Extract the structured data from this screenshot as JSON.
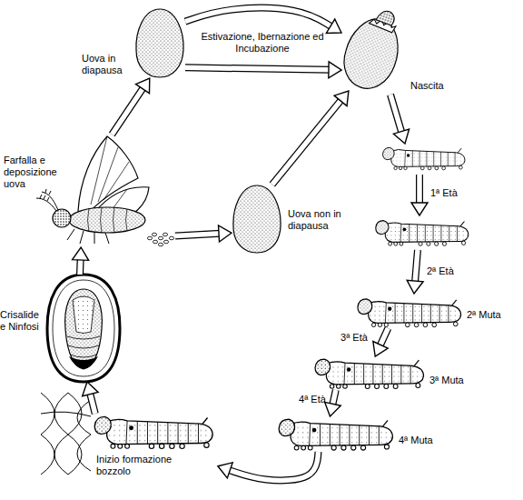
{
  "diagram": {
    "nodes": [
      {
        "text": [
          "Uova in diapausa"
        ]
      },
      {
        "text": [
          "Nascita"
        ]
      },
      {
        "text": [
          "Farfalla e deposizione uova"
        ]
      },
      {
        "text": [
          "Uova non in diapausa"
        ]
      },
      {
        "text": [
          "Crisalide e Ninfosi"
        ]
      },
      {
        "text": [
          "2ª Muta"
        ]
      },
      {
        "text": [
          "3ª Muta"
        ]
      },
      {
        "text": [
          "4ª Muta"
        ]
      },
      {
        "text": [
          "Inizio formazione bozzolo"
        ]
      }
    ],
    "edges": [
      {
        "from": 0,
        "to": 1,
        "arrow": "to",
        "label": "Estivazione, Ibernazione ed Incubazione"
      },
      {
        "from": 0,
        "to": 1,
        "arrow": "to"
      },
      {
        "from": 3,
        "to": 1,
        "arrow": "to"
      },
      {
        "from": 5,
        "to": 6,
        "arrow": "to",
        "label": "3ª Età"
      },
      {
        "from": 6,
        "to": 7,
        "arrow": "to",
        "label": "4ª Età"
      },
      {
        "from": 7,
        "to": 8,
        "arrow": "to"
      },
      {
        "from": 8,
        "to": 4,
        "arrow": "to"
      },
      {
        "from": 4,
        "to": 2,
        "arrow": "to"
      },
      {
        "from": 2,
        "to": 0,
        "arrow": "to"
      },
      {
        "from": 2,
        "to": 3,
        "arrow": "to"
      }
    ],
    "labels": [
      "1ª Età",
      "2ª Età"
    ]
  }
}
